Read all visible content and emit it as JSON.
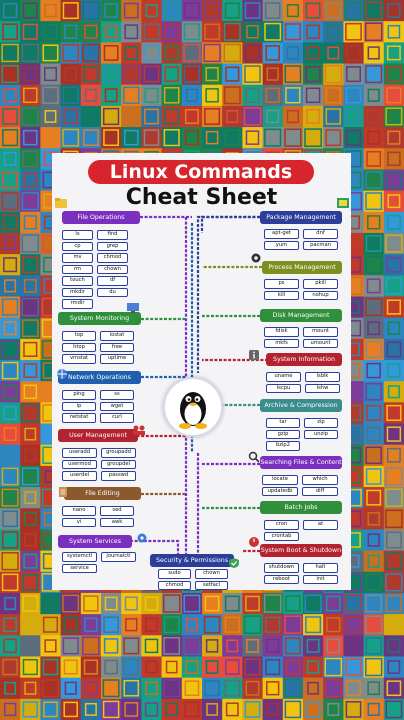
{
  "title": {
    "line1": "Linux Commands",
    "line2": "Cheat Sheet"
  },
  "colors": {
    "purple": "#7b2fbf",
    "green": "#2f8f3a",
    "blue": "#1f5fae",
    "red": "#b3222f",
    "brown": "#8a5a2e",
    "navy": "#2c3e9a",
    "olive": "#7d8f20",
    "teal": "#3a8d8b"
  },
  "sections": [
    {
      "key": "file_ops",
      "title": "File Operations",
      "color": "#7b2fbf",
      "commands": [
        "ls",
        "find",
        "cp",
        "grep",
        "mv",
        "chmod",
        "rm",
        "chown",
        "touch",
        "df",
        "mkdir",
        "du",
        "rmdir"
      ]
    },
    {
      "key": "sys_mon",
      "title": "System Monitoring",
      "color": "#2f8f3a",
      "commands": [
        "top",
        "lostat",
        "htop",
        "free",
        "vmstat",
        "uptime"
      ]
    },
    {
      "key": "net_ops",
      "title": "Network Operations",
      "color": "#1f5fae",
      "commands": [
        "ping",
        "ss",
        "ip",
        "wget",
        "netstat",
        "curl"
      ]
    },
    {
      "key": "user_mgmt",
      "title": "User Management",
      "color": "#b3222f",
      "commands": [
        "useradd",
        "groupadd",
        "usermod",
        "groupdel",
        "userdel",
        "passwd"
      ]
    },
    {
      "key": "file_edit",
      "title": "File Editing",
      "color": "#8a5a2e",
      "commands": [
        "nano",
        "sed",
        "vi",
        "awk"
      ]
    },
    {
      "key": "sys_svc",
      "title": "System Services",
      "color": "#7b2fbf",
      "commands": [
        "systemctl",
        "journalctl",
        "service",
        ""
      ]
    },
    {
      "key": "sec_perm",
      "title": "Security & Permissions",
      "color": "#2c3e9a",
      "commands": [
        "sudo",
        "chown",
        "chmod",
        "setfacl"
      ]
    },
    {
      "key": "pkg_mgmt",
      "title": "Package Management",
      "color": "#2c3e9a",
      "commands": [
        "apt-get",
        "dnf",
        "yum",
        "pacman"
      ]
    },
    {
      "key": "proc_mgmt",
      "title": "Process Management",
      "color": "#7d8f20",
      "commands": [
        "ps",
        "pkill",
        "kill",
        "nohup"
      ]
    },
    {
      "key": "disk_mgmt",
      "title": "Disk Management",
      "color": "#2f8f3a",
      "commands": [
        "fdisk",
        "mount",
        "mkfs",
        "umount"
      ]
    },
    {
      "key": "sys_info",
      "title": "System Information",
      "color": "#b3222f",
      "commands": [
        "uname",
        "lsblk",
        "lscpu",
        "lshw"
      ]
    },
    {
      "key": "archive",
      "title": "Archive & Compression",
      "color": "#3a8d8b",
      "commands": [
        "tar",
        "zip",
        "gzip",
        "unzip",
        "bzip2",
        ""
      ]
    },
    {
      "key": "search",
      "title": "Searching Files & Content",
      "color": "#7b2fbf",
      "commands": [
        "locate",
        "which",
        "updatedb",
        "diff"
      ]
    },
    {
      "key": "batch",
      "title": "Batch Jobs",
      "color": "#2f8f3a",
      "commands": [
        "cron",
        "at",
        "crontab",
        ""
      ]
    },
    {
      "key": "boot",
      "title": "System Boot & Shutdown",
      "color": "#b3222f",
      "commands": [
        "shutdown",
        "halt",
        "reboot",
        "init"
      ]
    }
  ]
}
